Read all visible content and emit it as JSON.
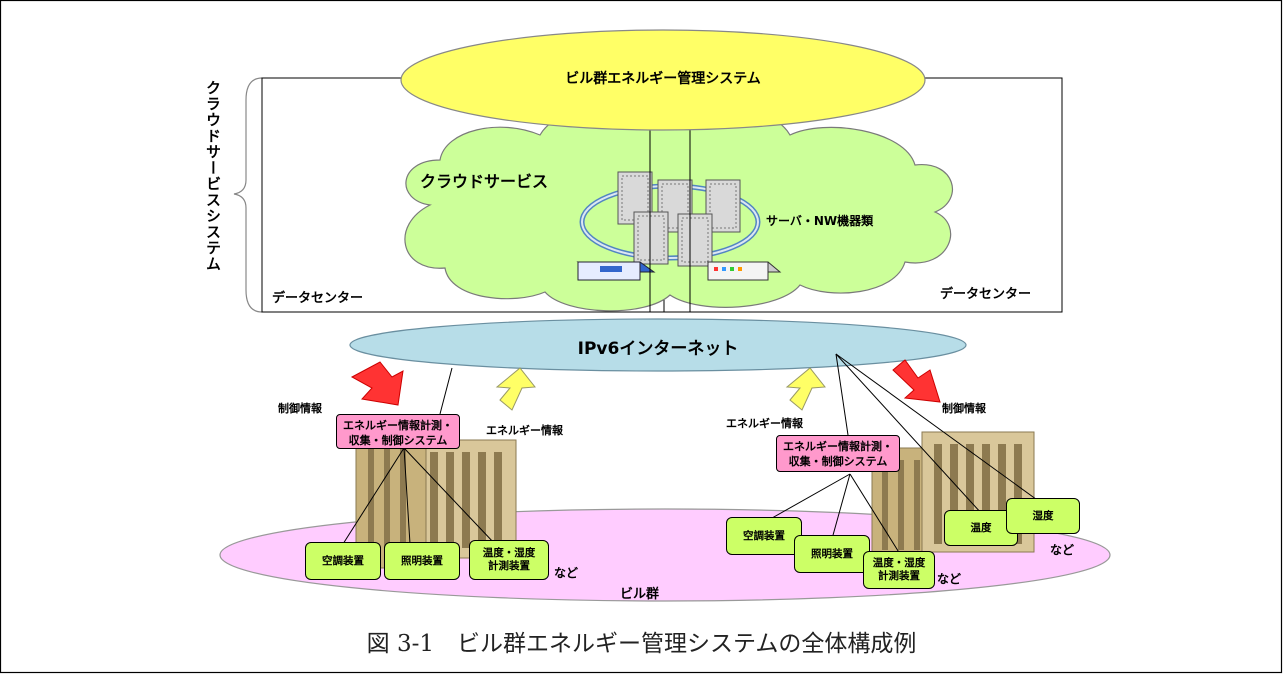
{
  "diagram": {
    "system_label": "クラウドサービスシステム",
    "top_ellipse": "ビル群エネルギー管理システム",
    "cloud_label": "クラウドサービス",
    "servers_label": "サーバ・NW機器類",
    "datacenter_left": "データセンター",
    "datacenter_right": "データセンター",
    "internet_label": "IPv6インターネット",
    "left_building": {
      "control_label": "制御情報",
      "energy_label": "エネルギー情報",
      "system_box": [
        "エネルギー情報計測・",
        "収集・制御システム"
      ],
      "devices": [
        "空調装置",
        "照明装置",
        [
          "温度・湿度",
          "計測装置"
        ]
      ],
      "etc": "など"
    },
    "right_building": {
      "control_label": "制御情報",
      "energy_label": "エネルギー情報",
      "system_box": [
        "エネルギー情報計測・",
        "収集・制御システム"
      ],
      "devices": [
        "空調装置",
        "照明装置",
        [
          "温度・湿度",
          "計測装置"
        ]
      ],
      "sensors": [
        "温度",
        "湿度"
      ],
      "etc_devices": "など",
      "etc_sensors": "など"
    },
    "building_group_label": "ビル群",
    "colors": {
      "top_ellipse": "#ffff66",
      "cloud": "#ccff99",
      "internet": "#b7dde8",
      "building_group": "#ffccff",
      "system_box": "#ff99cc",
      "device_box": "#ccff66",
      "control_arrow": "#ff3333",
      "energy_arrow": "#ffff66"
    }
  },
  "caption": "図 3-1　ビル群エネルギー管理システムの全体構成例"
}
